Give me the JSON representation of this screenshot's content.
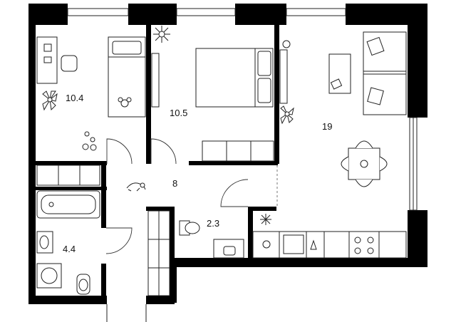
{
  "rooms": [
    {
      "id": "bedroom-small",
      "area": "10.4"
    },
    {
      "id": "bedroom-master",
      "area": "10.5"
    },
    {
      "id": "living-kitchen",
      "area": "19"
    },
    {
      "id": "hallway",
      "area": "8"
    },
    {
      "id": "toilet",
      "area": "2.3"
    },
    {
      "id": "bathroom",
      "area": "4.4"
    }
  ],
  "colors": {
    "wall": "#000000",
    "line": "#222222",
    "background": "#ffffff"
  },
  "icons": [
    "plant-icon",
    "toy-icon",
    "cat-icon",
    "flower-icon",
    "stove-icon"
  ]
}
